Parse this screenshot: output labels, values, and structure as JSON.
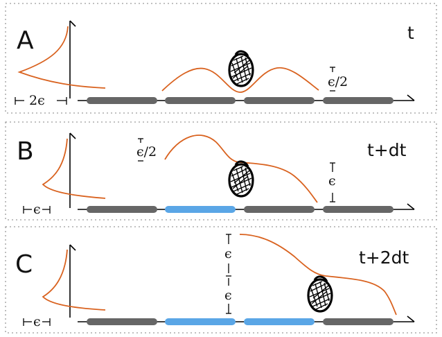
{
  "panels": [
    {
      "letter": "A",
      "time": "t",
      "width_label": "2ϵ",
      "height_label": "ϵ/2"
    },
    {
      "letter": "B",
      "time": "t+dt",
      "width_label": "ϵ",
      "height_label_left": "ϵ/2",
      "height_label_right": "ϵ"
    },
    {
      "letter": "C",
      "time": "t+2dt",
      "width_label": "ϵ",
      "height_label_top": "ϵ",
      "height_label_bottom": "ϵ"
    }
  ],
  "colors": {
    "curve": "#d9621f",
    "segment_gray": "#666666",
    "segment_blue": "#5aa6e6"
  },
  "icons": [
    "hatched-ball-icon"
  ]
}
